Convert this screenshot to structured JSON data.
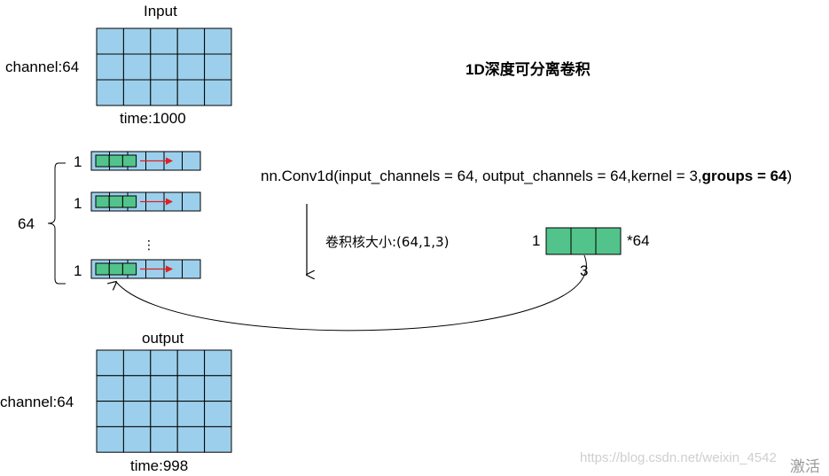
{
  "input": {
    "title": "Input",
    "channel_label": "channel:64",
    "time_label": "time:1000",
    "grid_rows": 3,
    "grid_cols": 5
  },
  "channels": {
    "count_label": "64",
    "rows": [
      {
        "label": "1"
      },
      {
        "label": "1"
      },
      {
        "label": "1"
      }
    ],
    "ellipsis": "⋮"
  },
  "output": {
    "title": "output",
    "channel_label": "channel:64",
    "time_label": "time:998",
    "grid_rows": 4,
    "grid_cols": 5
  },
  "heading": "1D深度可分离卷积",
  "code": {
    "prefix": "nn.Conv1d(input_channels = 64, output_channels = 64,kernel = 3,",
    "bold": "groups = 64",
    "suffix": ")"
  },
  "kernel_size_text": "卷积核大小:(64,1,3)",
  "kernel": {
    "left_label": "1",
    "right_label": "*64",
    "bottom_label": "3",
    "cells": 3
  },
  "watermark": {
    "url": "https://blog.csdn.net/weixin_4542",
    "overlay": "激活"
  },
  "colors": {
    "grid_fill": "#9ccfec",
    "kernel_fill": "#52c48b",
    "arrow_red": "#e02020",
    "line": "#000000"
  }
}
